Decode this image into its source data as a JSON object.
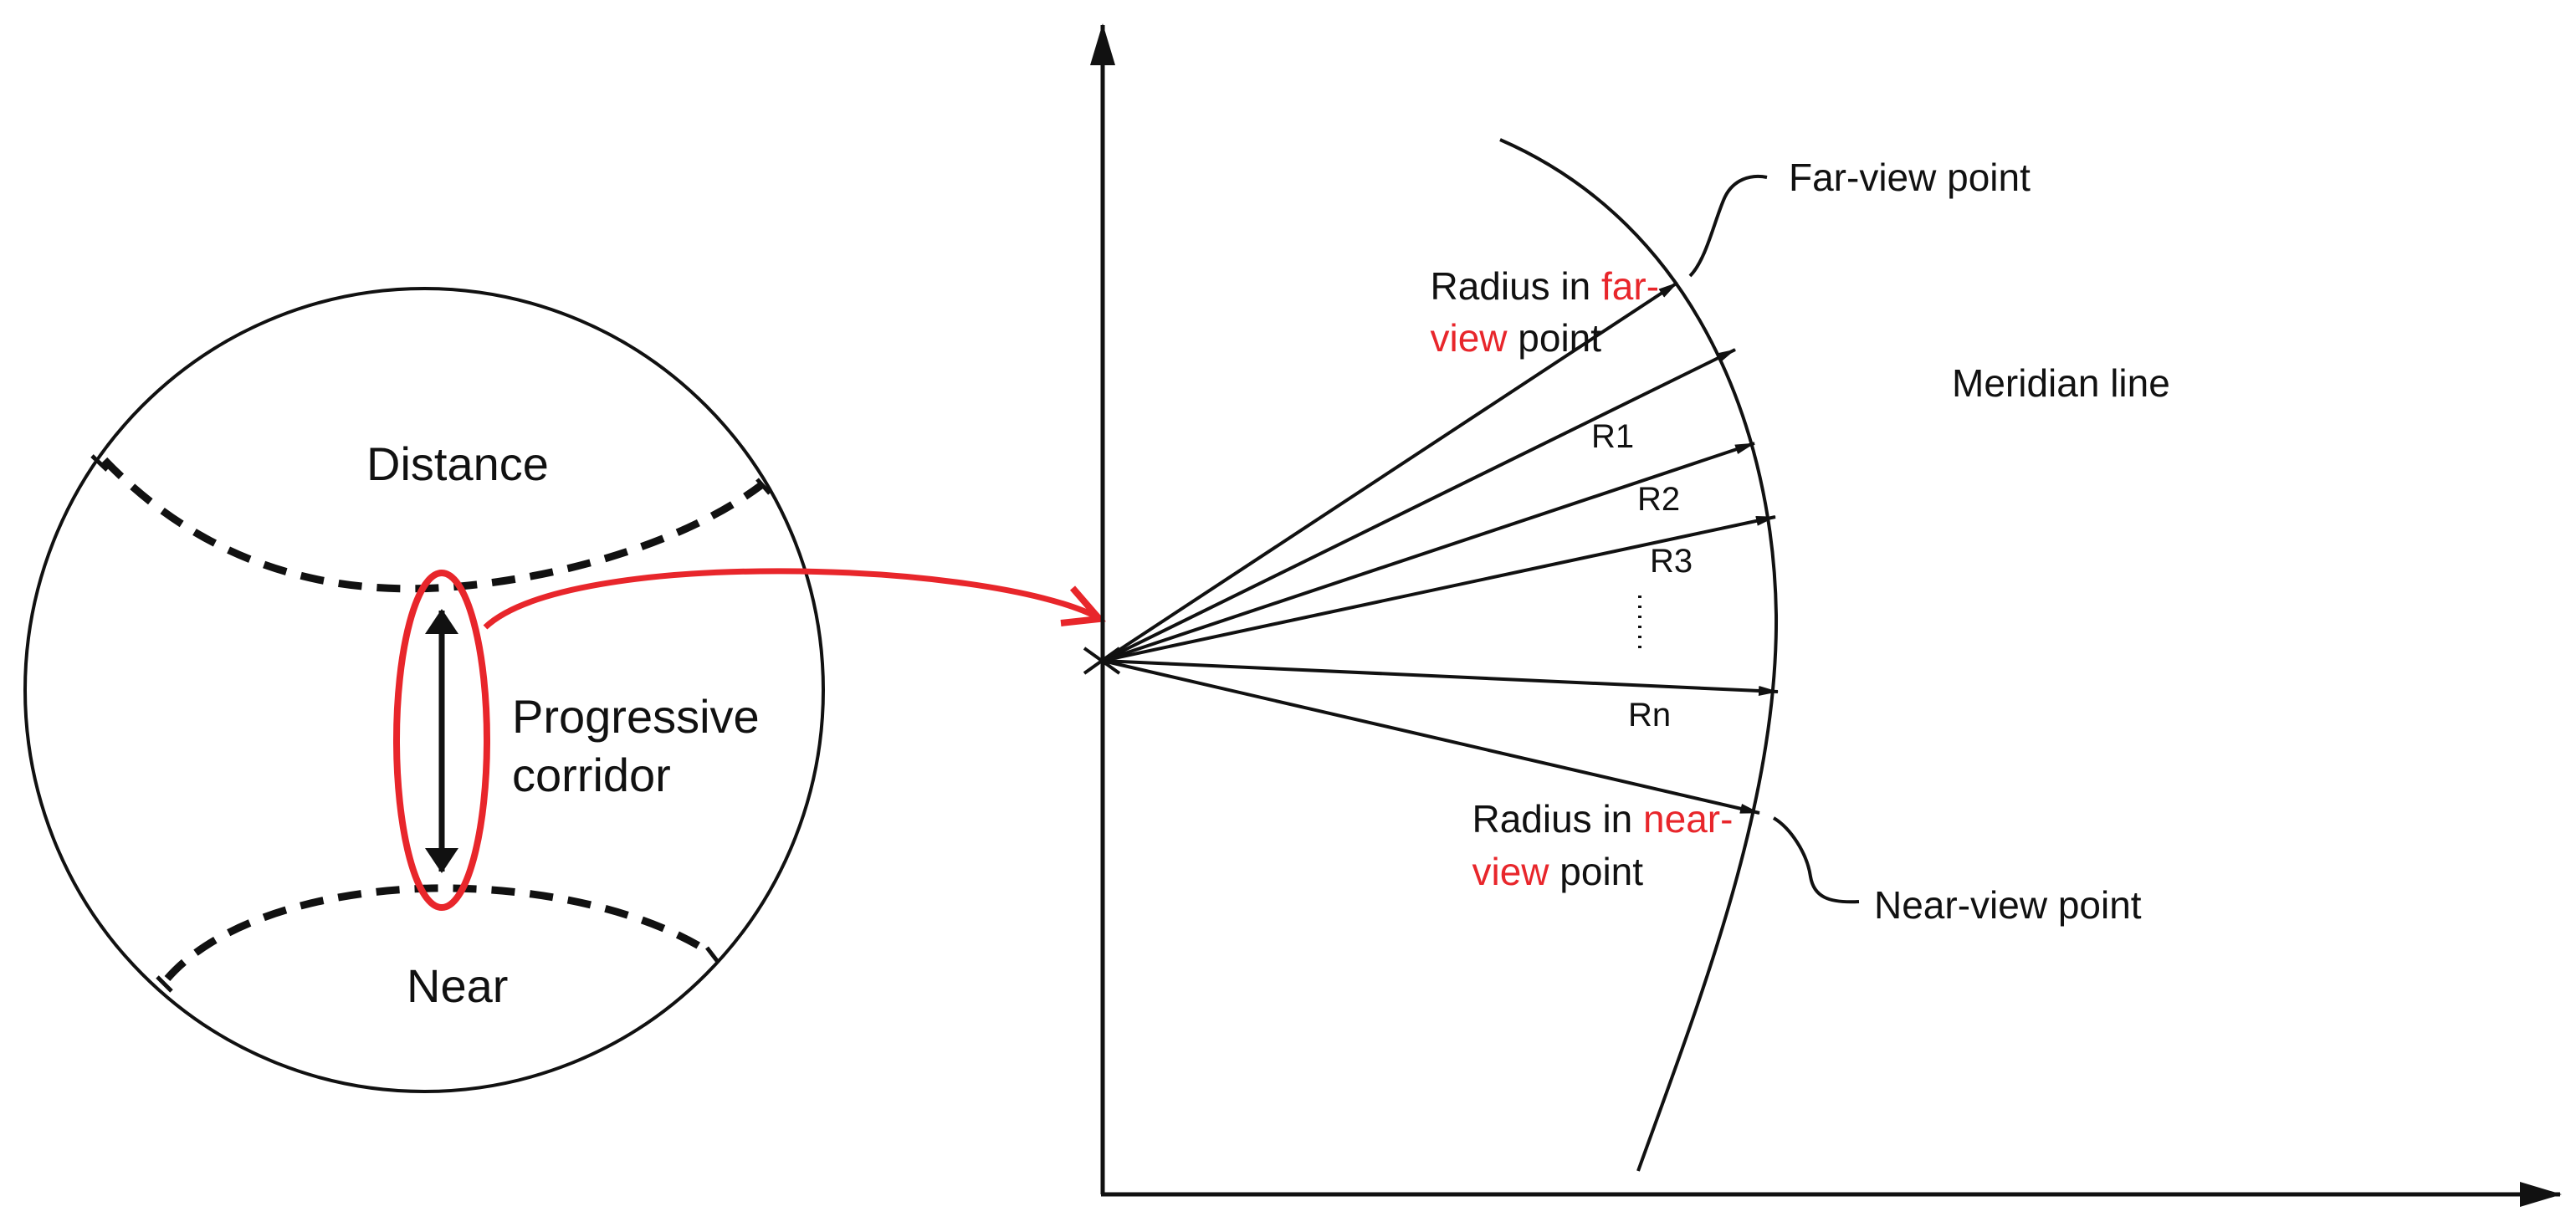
{
  "lens": {
    "distance_label": "Distance",
    "corridor_line1": "Progressive",
    "corridor_line2": "corridor",
    "near_label": "Near"
  },
  "profile": {
    "far_view_point": "Far-view point",
    "meridian_line": "Meridian line",
    "near_view_point": "Near-view point",
    "far_radius": {
      "line1_prefix": "Radius in ",
      "line1_highlight": "far-",
      "line2_highlight": "view",
      "line2_suffix": " point"
    },
    "near_radius": {
      "line1_prefix": "Radius in ",
      "line1_highlight": "near-",
      "line2_highlight": "view",
      "line2_suffix": " point"
    },
    "radius_labels": [
      "R1",
      "R2",
      "R3",
      "Rn"
    ]
  },
  "colors": {
    "ink": "#111111",
    "highlight": "#e8262b"
  }
}
